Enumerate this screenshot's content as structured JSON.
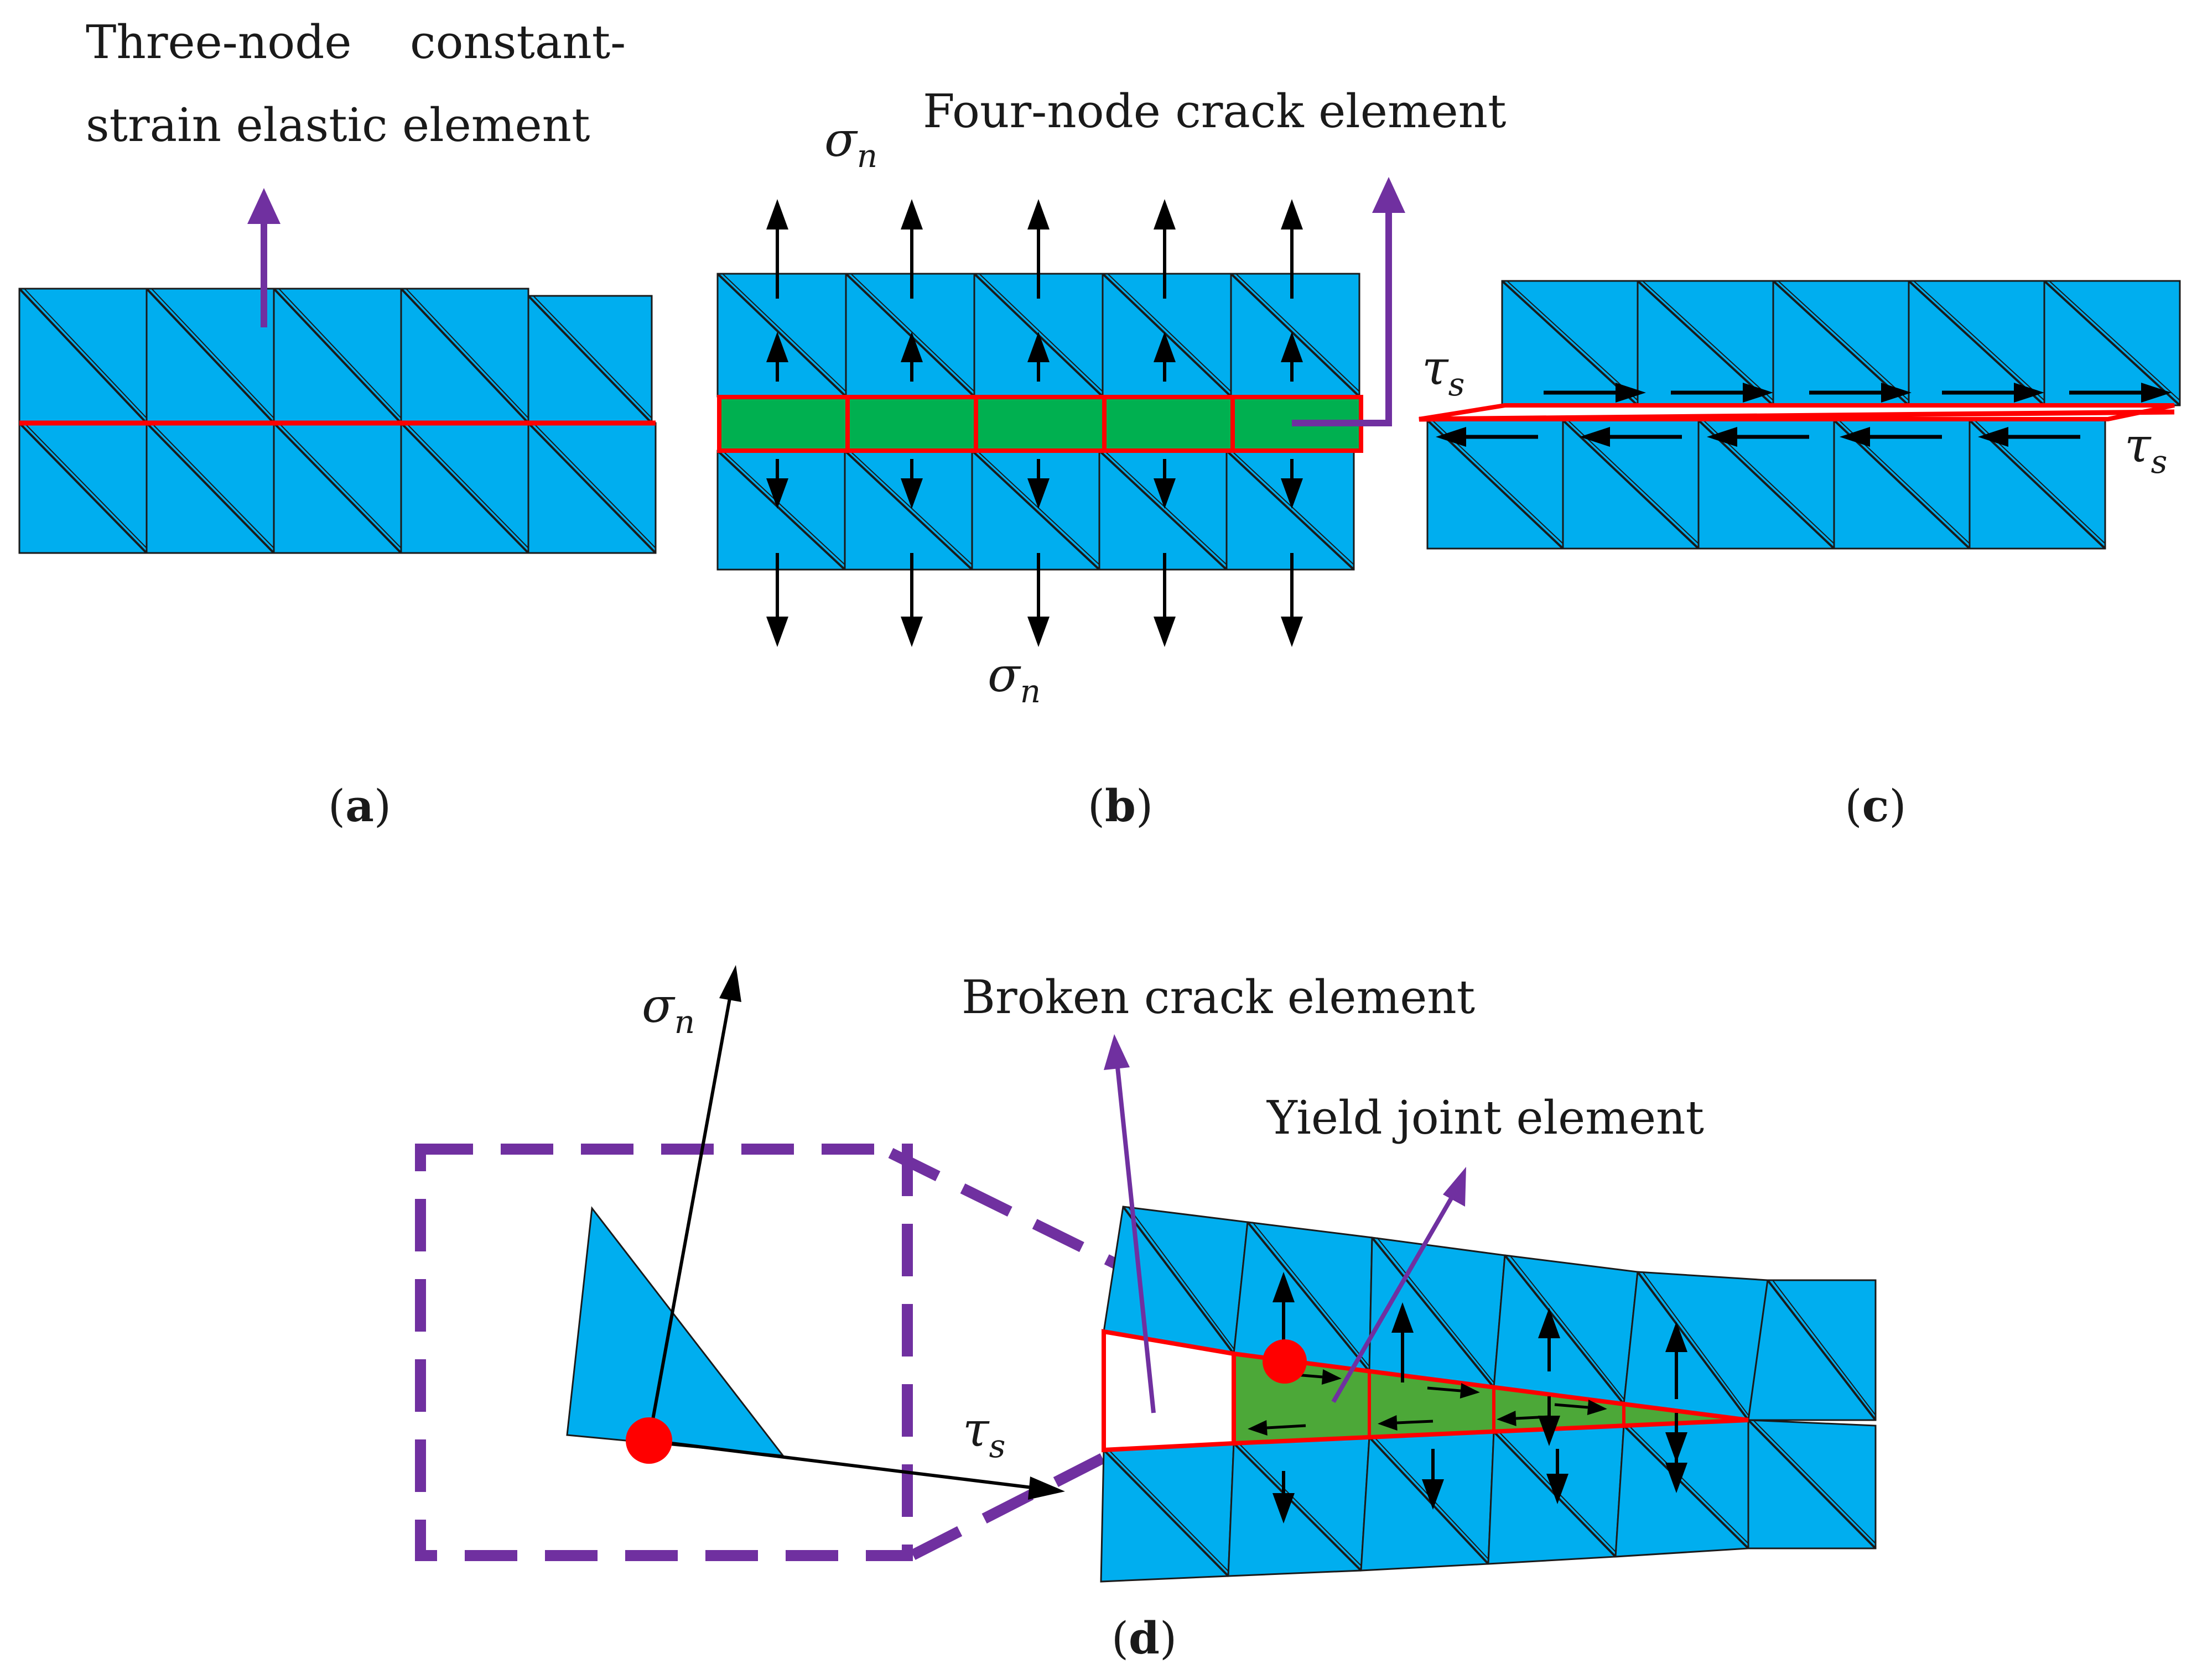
{
  "labels": {
    "three_node_line1": "Three-node    constant-",
    "three_node_line2": "strain elastic element",
    "four_node": "Four-node crack element",
    "broken": "Broken crack element",
    "yield": "Yield joint element"
  },
  "symbols": {
    "sigma": "σ",
    "tau": "τ",
    "n": "n",
    "s": "s"
  },
  "panels": [
    {
      "open": "(",
      "letter": "a",
      "close": ")"
    },
    {
      "open": "(",
      "letter": "b",
      "close": ")"
    },
    {
      "open": "(",
      "letter": "c",
      "close": ")"
    },
    {
      "open": "(",
      "letter": "d",
      "close": ")"
    }
  ],
  "colors": {
    "element_fill": "#00AEEF",
    "crack_fill": "#00B050",
    "yield_fill": "#4CA838",
    "crack_line": "#FF0000",
    "annotation": "#7030A0",
    "arrow": "#000000",
    "node_point": "#FF0000"
  }
}
